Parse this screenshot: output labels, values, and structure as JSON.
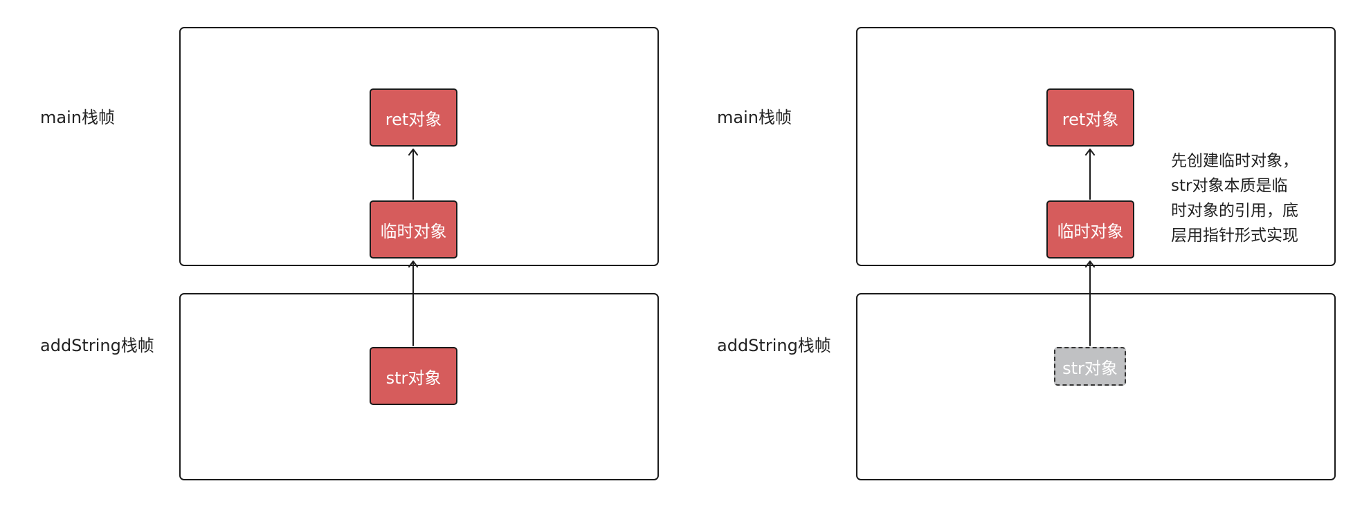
{
  "left_panel": {
    "main_frame_label": "main栈帧",
    "add_frame_label": "addString栈帧",
    "ret_node": "ret对象",
    "temp_node": "临时对象",
    "str_node": "str对象"
  },
  "right_panel": {
    "main_frame_label": "main栈帧",
    "add_frame_label": "addString栈帧",
    "ret_node": "ret对象",
    "temp_node": "临时对象",
    "str_node": "str对象",
    "note_lines": [
      "先创建临时对象，",
      "str对象本质是临",
      "时对象的引用，底",
      "层用指针形式实现"
    ]
  },
  "colors": {
    "node_fill": "#d65c5c",
    "ghost_fill": "#c0c1c3",
    "border": "#1a1a1a"
  }
}
